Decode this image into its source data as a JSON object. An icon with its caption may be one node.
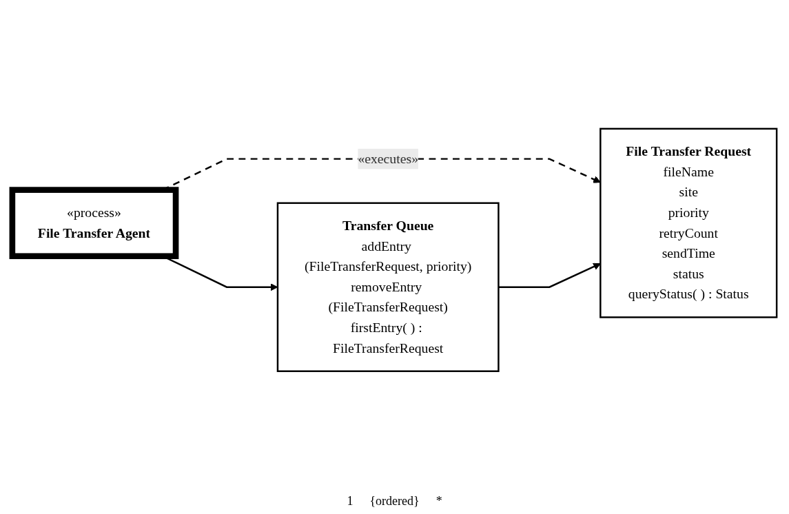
{
  "diagram": {
    "nodes": [
      {
        "text": [
          "«process»",
          "File Transfer Agent"
        ]
      },
      {
        "text": [
          "File Transfer Request",
          "fileName",
          "site",
          "priority",
          "retryCount",
          "sendTime",
          "status",
          "queryStatus( ) : Status"
        ]
      },
      {
        "text": [
          "Transfer Queue",
          "addEntry (FileTransferRequest, priority)",
          "removeEntry (FileTransferRequest)",
          "firstEntry( ) : FileTransferRequest"
        ]
      }
    ],
    "edges": [
      {
        "from": 0,
        "to": 1,
        "arrow": "to",
        "label": "«executes»",
        "style": "dashed"
      },
      {
        "from": 0,
        "to": 2,
        "arrow": "to"
      },
      {
        "from": 2,
        "to": 1,
        "arrow": "to"
      }
    ],
    "labels": [
      "1",
      "{ordered}",
      "*"
    ]
  }
}
